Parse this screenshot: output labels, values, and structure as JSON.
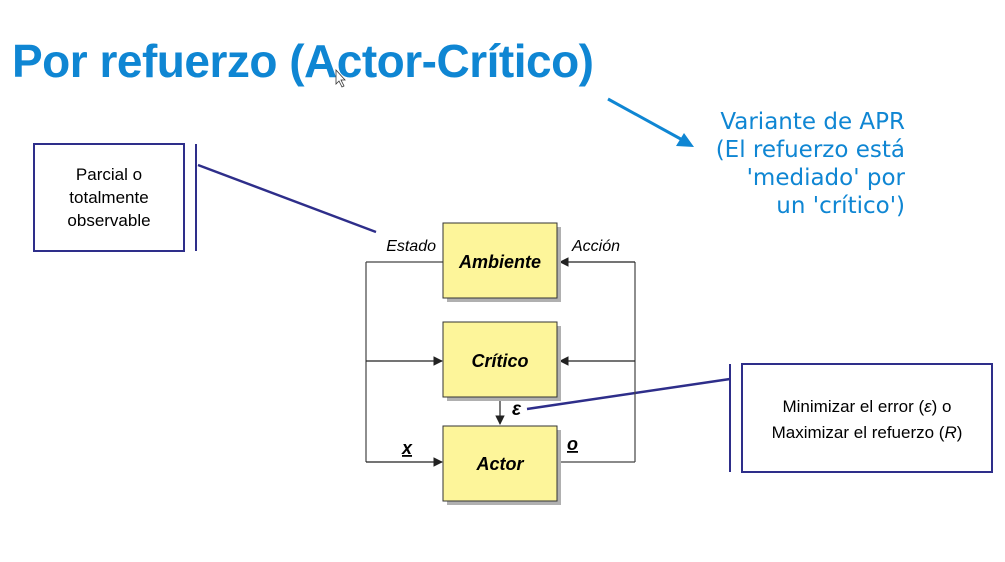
{
  "slide": {
    "title": "Por refuerzo (Actor-Crítico)",
    "note_lines": [
      "Variante de APR",
      "(El refuerzo está",
      "'mediado' por",
      "un 'crítico')"
    ],
    "accent_color": "#0f86d3"
  },
  "callout_left": {
    "lines": [
      "Parcial o",
      "totalmente",
      "observable"
    ]
  },
  "callout_right": {
    "line1_prefix": "Minimizar el error (",
    "line1_symbol": "ε",
    "line1_suffix": ") o",
    "line2_prefix": "Maximizar el refuerzo (",
    "line2_symbol": "R",
    "line2_suffix": ")"
  },
  "diagram": {
    "blocks": {
      "ambiente": "Ambiente",
      "critico": "Crítico",
      "actor": "Actor"
    },
    "labels": {
      "estado": "Estado",
      "accion": "Acción",
      "epsilon": "ε",
      "x": "x",
      "o": "o"
    },
    "block_fill": "#fdf59a",
    "line_color": "#2e2e8a"
  }
}
